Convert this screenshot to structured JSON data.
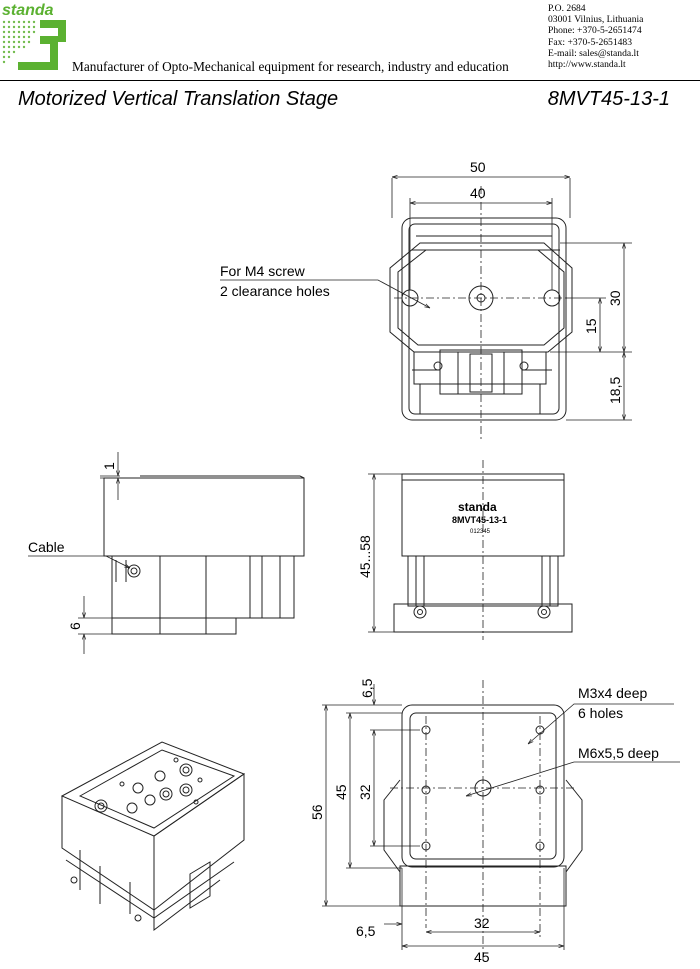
{
  "header": {
    "brand": "standa",
    "tagline": "Manufacturer of Opto-Mechanical equipment for research, industry and education",
    "contact": [
      "P.O. 2684",
      "03001 Vilnius, Lithuania",
      "Phone: +370-5-2651474",
      "Fax: +370-5-2651483",
      "E-mail: sales@standa.lt",
      "http://www.standa.lt"
    ]
  },
  "title": "Motorized Vertical Translation Stage",
  "model": "8MVT45-13-1",
  "colors": {
    "brand_green": "#5bb131",
    "line": "#222222"
  },
  "top_view": {
    "dim_width_outer": "50",
    "dim_width_inner": "40",
    "dim_height": "30",
    "dim_hole_offset": "15",
    "dim_base": "18,5",
    "callout_line1": "For M4 screw",
    "callout_line2": "2 clearance holes"
  },
  "side_view": {
    "dim_top": "1",
    "dim_bottom": "6",
    "callout_cable": "Cable"
  },
  "front_view": {
    "dim_height": "45...58",
    "label_brand": "standa",
    "label_model": "8MVT45-13-1",
    "label_serial": "012345"
  },
  "bottom_view": {
    "dim_margin_top": "6,5",
    "dim_outer_v": "56",
    "dim_mid_v": "45",
    "dim_inner_v": "32",
    "dim_margin_left": "6,5",
    "dim_inner_h": "32",
    "dim_outer_h": "45",
    "callout_m3_line1": "M3x4 deep",
    "callout_m3_line2": "6 holes",
    "callout_m6": "M6x5,5 deep"
  }
}
